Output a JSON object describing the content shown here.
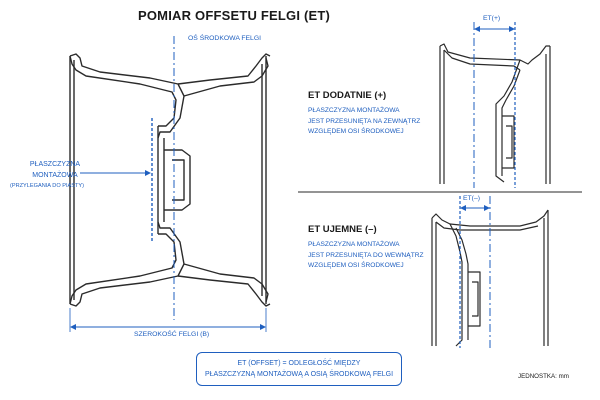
{
  "title": "POMIAR OFFSETU FELGI (ET)",
  "labels": {
    "center_axis": "OŚ ŚRODKOWA FELGI",
    "mounting_plane_1": "PŁASZCZYZNA",
    "mounting_plane_2": "MONTAŻOWA",
    "mounting_plane_3": "(PRZYLEGANIA DO PIASTY)",
    "width": "SZEROKOŚĆ FELGI (B)",
    "et_pos_dim": "ET(+)",
    "et_neg_dim": "ET(–)"
  },
  "positive": {
    "heading": "ET DODATNIE (+)",
    "line1": "PŁASZCZYZNA MONTAŻOWA",
    "line2": "JEST PRZESUNIĘTA NA ZEWNĄTRZ",
    "line3": "WZGLĘDEM OSI ŚRODKOWEJ"
  },
  "negative": {
    "heading": "ET UJEMNE (–)",
    "line1": "PŁASZCZYZNA MONTAŻOWA",
    "line2": "JEST PRZESUNIĘTA DO WEWNĄTRZ",
    "line3": "WZGLĘDEM OSI ŚRODKOWEJ"
  },
  "formula": {
    "line1": "ET (OFFSET) = ODLEGŁOŚĆ MIĘDZY",
    "line2": "PŁASZCZYZNĄ MONTAŻOWĄ A OSIĄ ŚRODKOWĄ FELGI"
  },
  "unit_note": "JEDNOSTKA: mm",
  "colors": {
    "line": "#2b2b2b",
    "accent": "#1f5fbf",
    "divider": "#555555"
  }
}
